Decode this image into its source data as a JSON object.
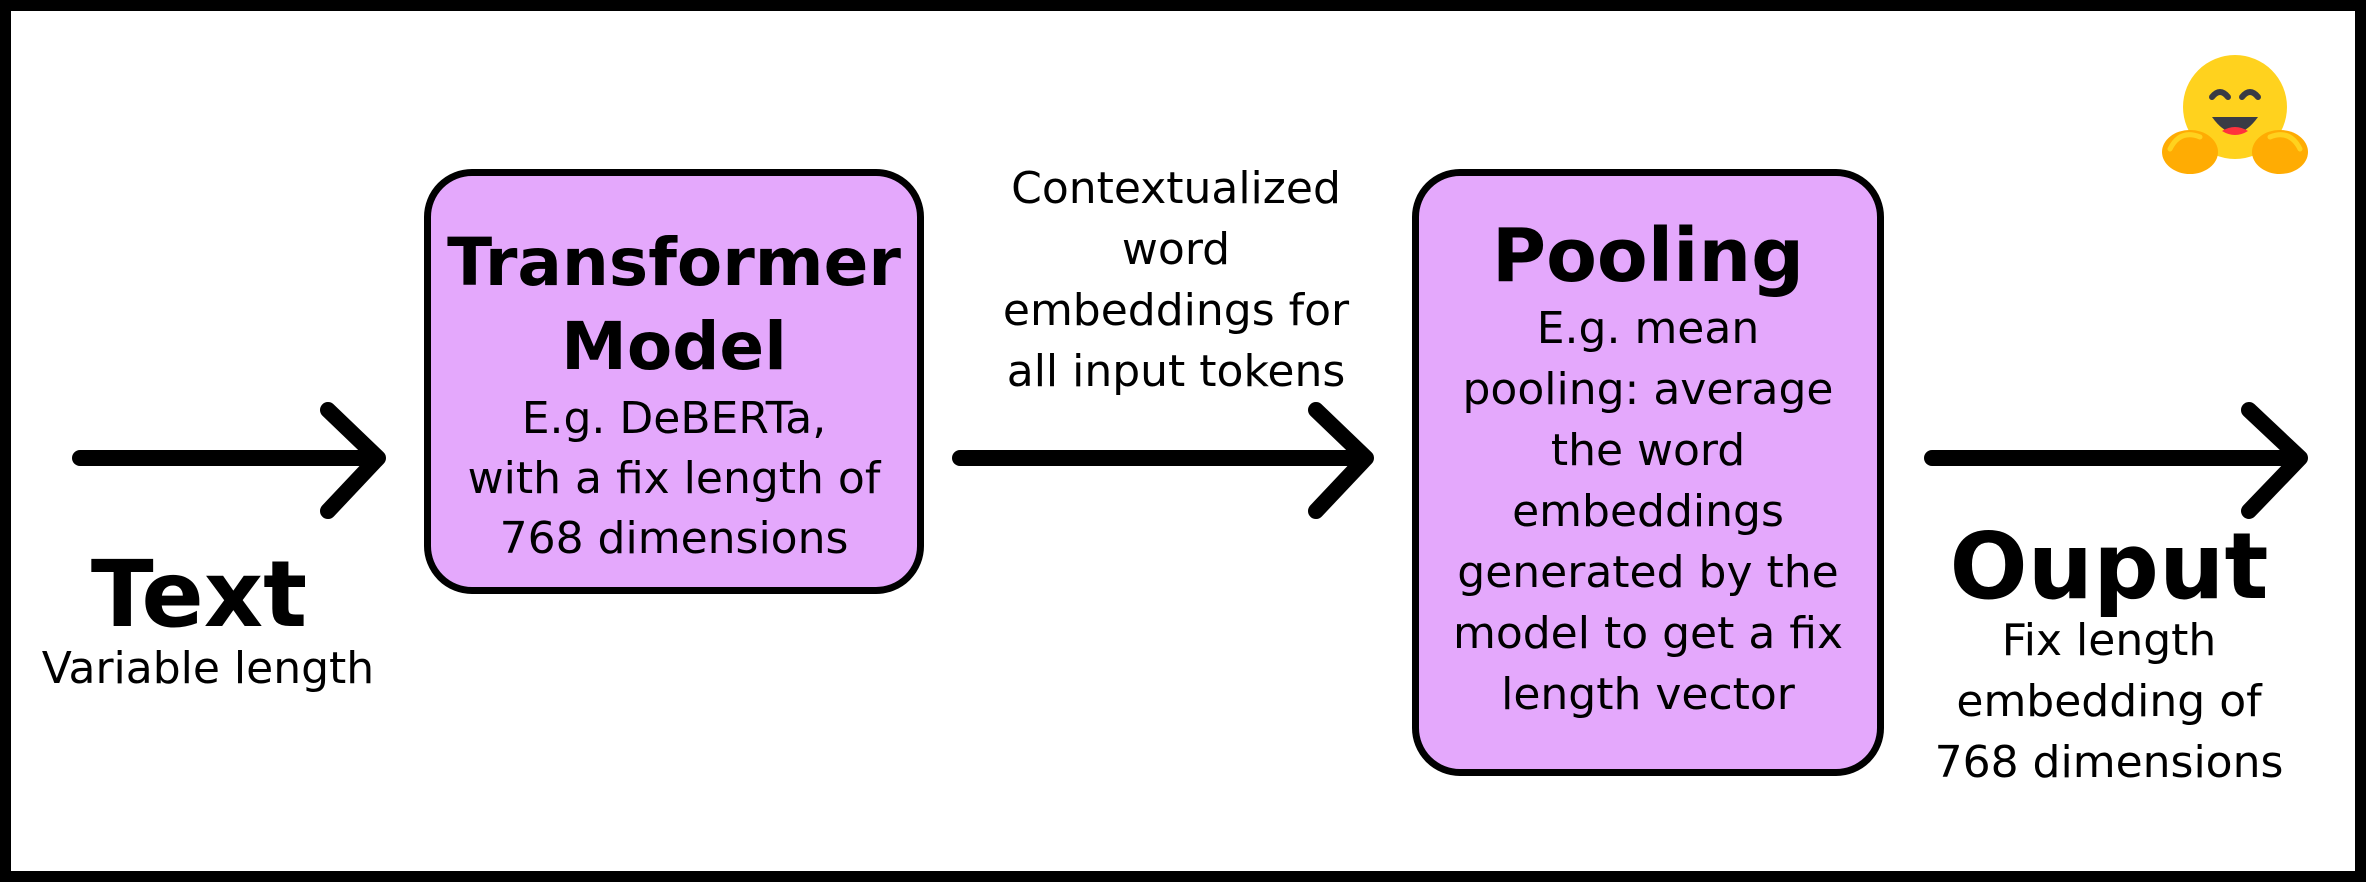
{
  "colors": {
    "box_fill": "#e4a8fc",
    "stroke": "#000000",
    "background": "#ffffff",
    "emoji_yellow": "#ffd21e",
    "emoji_hands": "#ffac03"
  },
  "input": {
    "title": "Text",
    "subtitle": "Variable length"
  },
  "transformer": {
    "title_line1": "Transformer",
    "title_line2": "Model",
    "description": "E.g. DeBERTa,\nwith a fix length of\n768 dimensions"
  },
  "middle_label": "Contextualized\nword\nembeddings for\nall input tokens",
  "pooling": {
    "title": "Pooling",
    "description": "E.g. mean\npooling: average\nthe word\nembeddings\ngenerated by the\nmodel to get a fix\nlength vector"
  },
  "output": {
    "title": "Ouput",
    "subtitle": "Fix length\nembedding of\n768 dimensions"
  },
  "logo": {
    "icon": "hugging-face-emoji-icon"
  }
}
